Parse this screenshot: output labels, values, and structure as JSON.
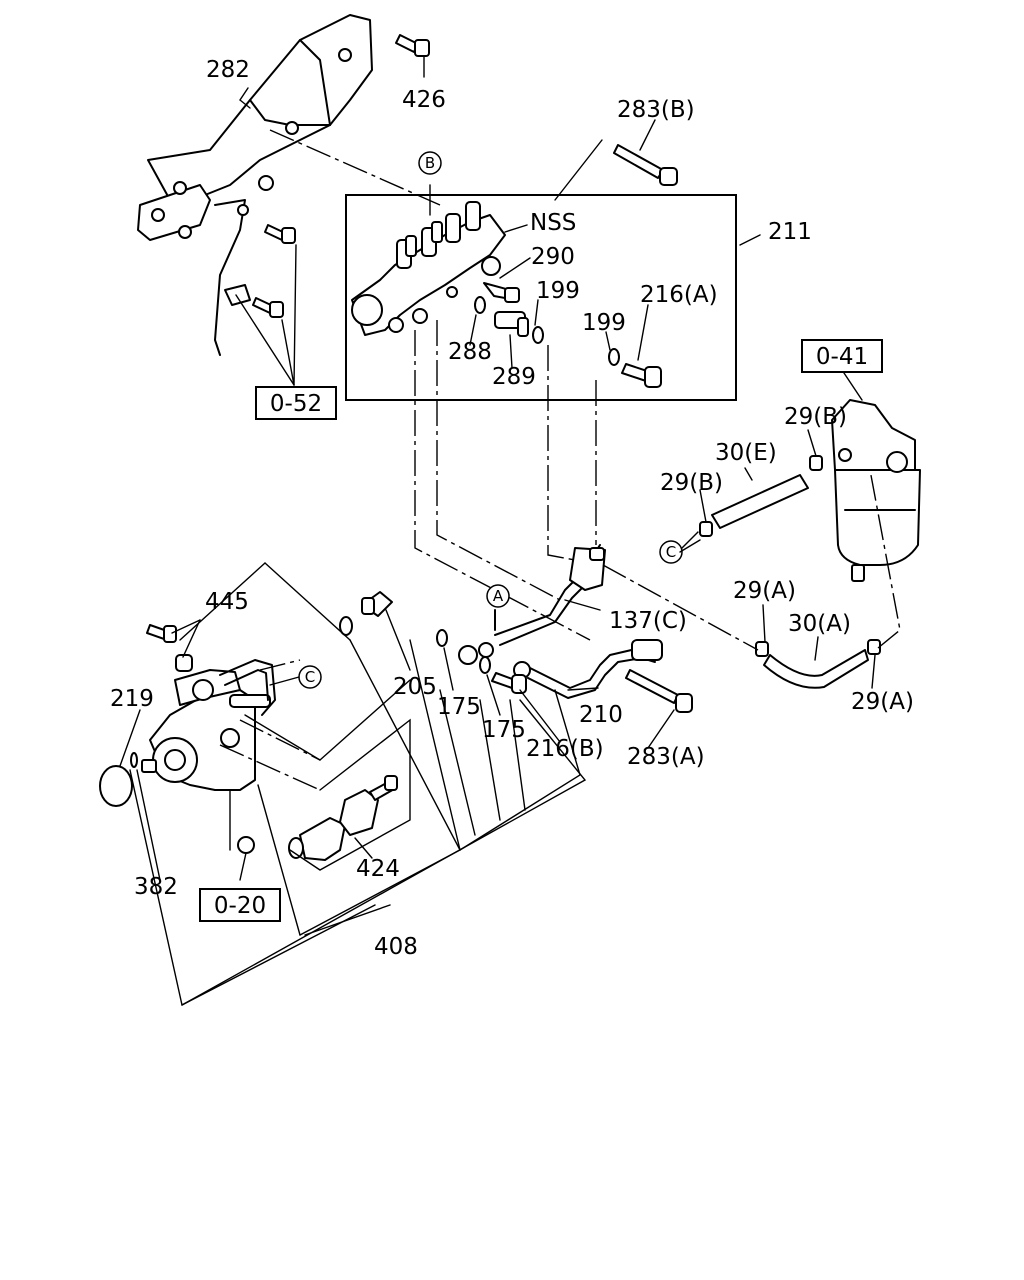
{
  "diagram": {
    "parts": {
      "p282": "282",
      "p426": "426",
      "p283b": "283(B)",
      "p211": "211",
      "nss": "NSS",
      "p290": "290",
      "p199a": "199",
      "p216a": "216(A)",
      "p199b": "199",
      "p288": "288",
      "p289": "289",
      "p29b_top": "29(B)",
      "p30e": "30(E)",
      "p29b_left": "29(B)",
      "p29a_top": "29(A)",
      "p30a": "30(A)",
      "p29a_bottom": "29(A)",
      "p137c": "137(C)",
      "p445": "445",
      "p219": "219",
      "p205": "205",
      "p175a": "175",
      "p175b": "175",
      "p210": "210",
      "p216b": "216(B)",
      "p283a": "283(A)",
      "p424": "424",
      "p382": "382",
      "p408": "408"
    },
    "refs": {
      "r052": "0-52",
      "r041": "0-41",
      "r020": "0-20"
    },
    "markers": {
      "b": "B",
      "a": "A",
      "c_filter": "C",
      "c_pump": "C"
    }
  }
}
